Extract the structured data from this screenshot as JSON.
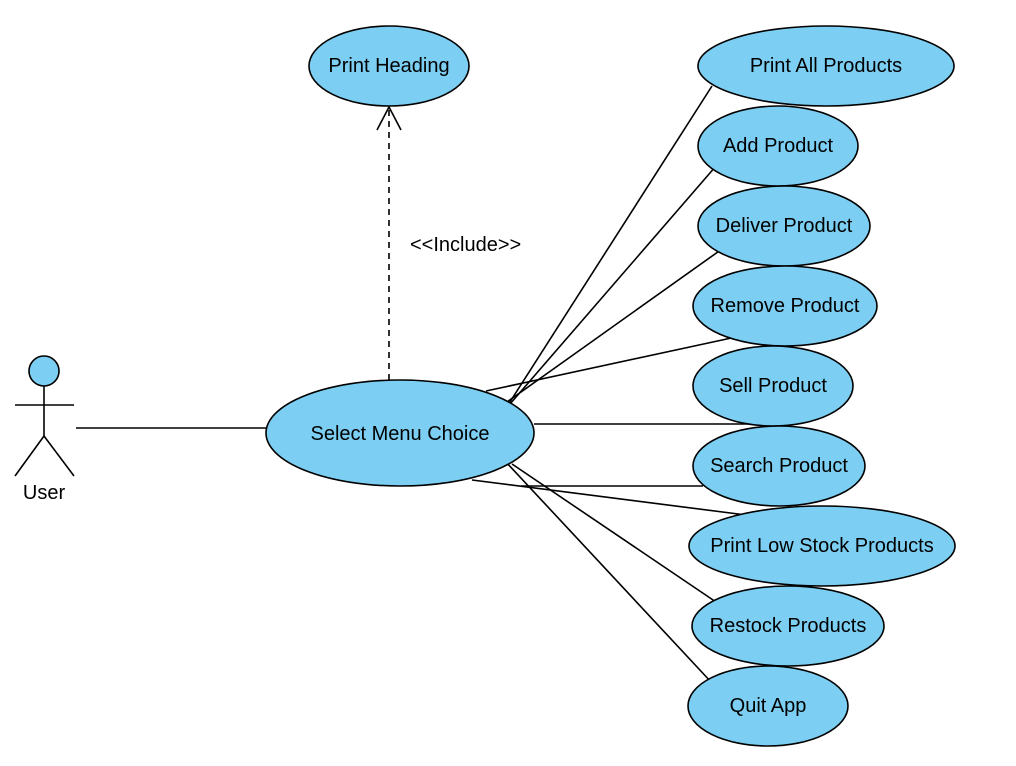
{
  "diagram": {
    "actor": {
      "label": "User"
    },
    "main_use_case": {
      "label": "Select Menu Choice"
    },
    "include": {
      "label": "<<Include>>",
      "target_label": "Print Heading"
    },
    "use_cases": [
      {
        "label": "Print All Products"
      },
      {
        "label": "Add Product"
      },
      {
        "label": "Deliver Product"
      },
      {
        "label": "Remove Product"
      },
      {
        "label": "Sell Product"
      },
      {
        "label": "Search Product"
      },
      {
        "label": "Print Low Stock Products"
      },
      {
        "label": "Restock Products"
      },
      {
        "label": "Quit App"
      }
    ],
    "colors": {
      "use_case_fill": "#7ccff3",
      "stroke": "#000000"
    }
  }
}
